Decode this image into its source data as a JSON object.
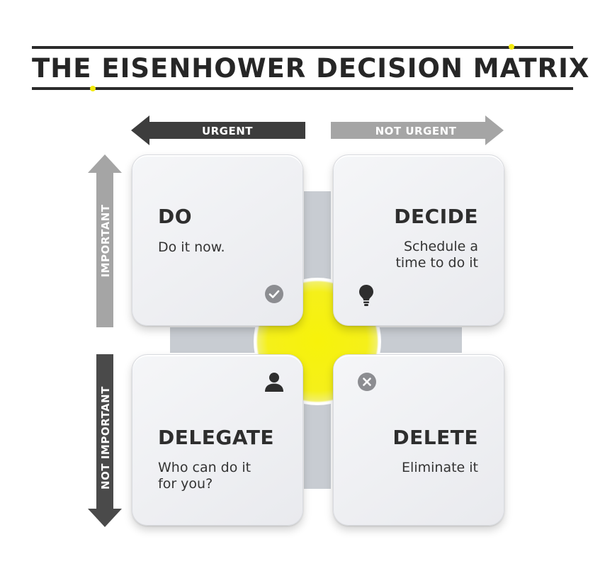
{
  "title": "THE EISENHOWER DECISION MATRIX",
  "axes": {
    "urgent": "URGENT",
    "not_urgent": "NOT URGENT",
    "important": "IMPORTANT",
    "not_important": "NOT IMPORTANT"
  },
  "quadrants": [
    {
      "title": "DO",
      "description": "Do it now.",
      "icon": "check-circle-icon"
    },
    {
      "title": "DECIDE",
      "description_lines": [
        "Schedule a",
        "time to do it"
      ],
      "icon": "lightbulb-icon"
    },
    {
      "title": "DELEGATE",
      "description_lines": [
        "Who can do it",
        "for you?"
      ],
      "icon": "person-icon"
    },
    {
      "title": "DELETE",
      "description": "Eliminate it",
      "icon": "x-circle-icon"
    }
  ],
  "colors": {
    "accent_yellow": "#f2ea0f",
    "urgent_arrow": "#3d3d3d",
    "not_urgent_arrow": "#a5a5a5",
    "important_arrow": "#a5a5a5",
    "not_important_arrow": "#4a4a4a",
    "text_dark": "#2e2e2e"
  }
}
